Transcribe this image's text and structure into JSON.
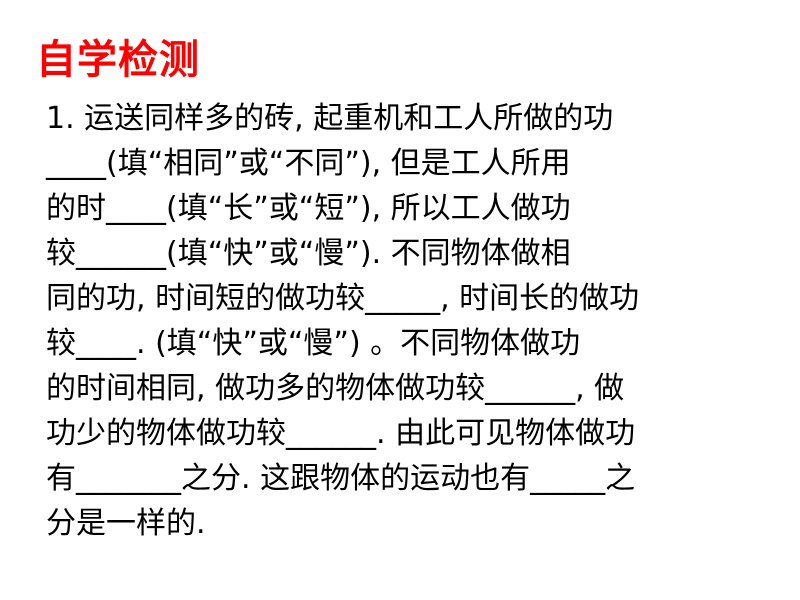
{
  "title": "自学检测",
  "lines": [
    "1. 运送同样多的砖, 起重机和工人所做的功",
    "____(填“相同”或“不同”), 但是工人所用",
    "的时____(填“长”或“短”), 所以工人做功",
    "较______(填“快”或“慢”). 不同物体做相",
    "同的功, 时间短的做功较_____, 时间长的做功",
    "较____. (填“快”或“慢”) 。不同物体做功",
    "的时间相同, 做功多的物体做功较______, 做",
    "功少的物体做功较______. 由此可见物体做功",
    "有_______之分. 这跟物体的运动也有_____之",
    "分是一样的."
  ]
}
